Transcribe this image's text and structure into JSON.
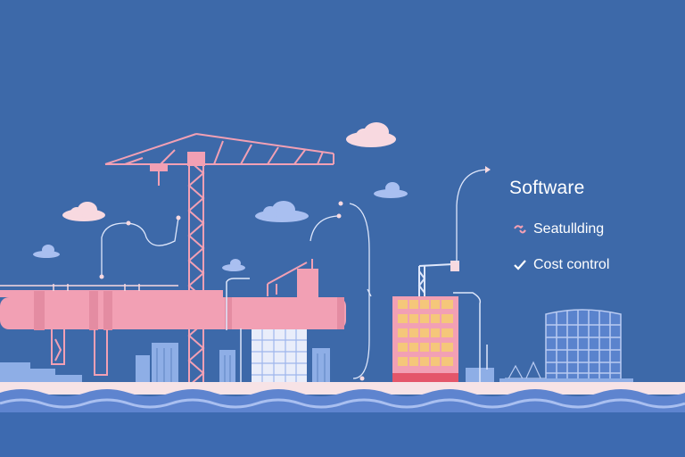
{
  "title": "Software",
  "features": [
    {
      "label": "Seatullding",
      "icon": "arrows-icon",
      "color": "#f4a0b4"
    },
    {
      "label": "Cost control",
      "icon": "checkmark-icon",
      "color": "#ffffff"
    }
  ],
  "colors": {
    "background": "#3d69a9",
    "pink": "#f2a0b4",
    "light_pink": "#f8d9e0",
    "light_blue": "#a9bff0",
    "water": "#5e84cf",
    "sand": "#f7e3e6",
    "window_yellow": "#f5c77a"
  }
}
